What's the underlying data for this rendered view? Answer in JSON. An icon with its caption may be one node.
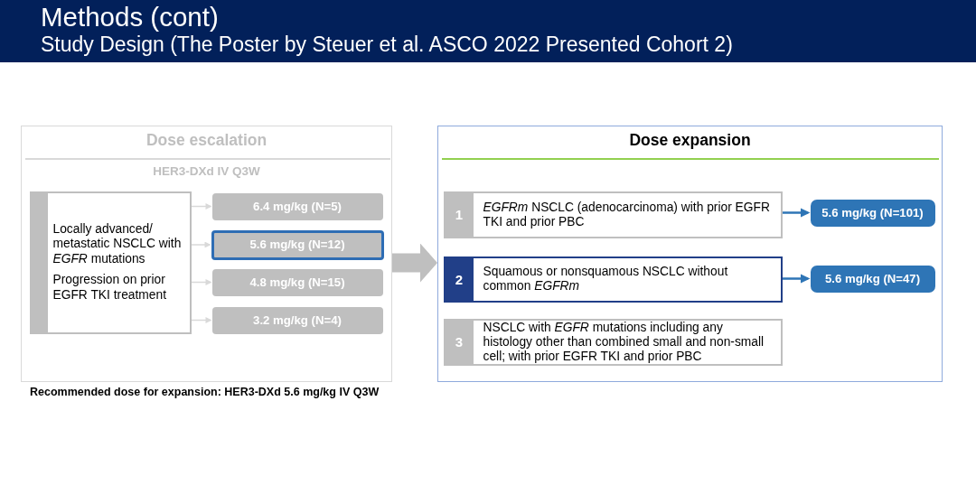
{
  "diagram": {
    "title": "Methods (cont)",
    "nodes": [
      {
        "text": [
          "Dose escalation",
          "HER3-DXd IV Q3W"
        ]
      },
      {
        "text": [
          "Locally advanced/ metastatic NSCLC with *EGFR* mutations",
          "Progression on prior EGFR TKI treatment"
        ],
        "in": 0
      },
      {
        "text": [
          "6.4 mg/kg (N=5)"
        ],
        "in": 0
      },
      {
        "text": [
          "5.6 mg/kg (N=12)"
        ],
        "in": 0
      },
      {
        "text": [
          "4.8 mg/kg (N=15)"
        ],
        "in": 0
      },
      {
        "text": [
          "3.2 mg/kg (N=4)"
        ],
        "in": 0
      },
      {
        "text": [
          "Dose expansion"
        ]
      },
      {
        "text": [
          "1",
          "*EGFRm* NSCLC (adenocarcinoma) with prior EGFR TKI and prior PBC"
        ],
        "in": 6
      },
      {
        "text": [
          "5.6 mg/kg (N=101)"
        ],
        "in": 6
      },
      {
        "text": [
          "2",
          "Squamous or nonsquamous NSCLC without common *EGFRm*"
        ],
        "in": 6
      },
      {
        "text": [
          "5.6 mg/kg (N=47)"
        ],
        "in": 6
      },
      {
        "text": [
          "3",
          "NSCLC with *EGFR* mutations including any histology other than combined small and non-small cell; with prior EGFR TKI and prior PBC"
        ],
        "in": 6
      }
    ],
    "edges": [
      {
        "from": 1,
        "to": 2,
        "arrow": "to"
      },
      {
        "from": 1,
        "to": 3,
        "arrow": "to"
      },
      {
        "from": 1,
        "to": 4,
        "arrow": "to"
      },
      {
        "from": 1,
        "to": 5,
        "arrow": "to"
      },
      {
        "from": 0,
        "to": 6,
        "arrow": "to",
        "style": "thick",
        "color": "#bfbfbf"
      },
      {
        "from": 7,
        "to": 8,
        "arrow": "to",
        "color": "#2e75b6"
      },
      {
        "from": 9,
        "to": 10,
        "arrow": "to",
        "color": "#2e75b6"
      }
    ],
    "labels": [
      "Study Design (The Poster by Steuer et al. ASCO 2022 Presented Cohort 2)",
      "Recommended dose for expansion: HER3-DXd 5.6 mg/kg IV Q3W"
    ]
  }
}
